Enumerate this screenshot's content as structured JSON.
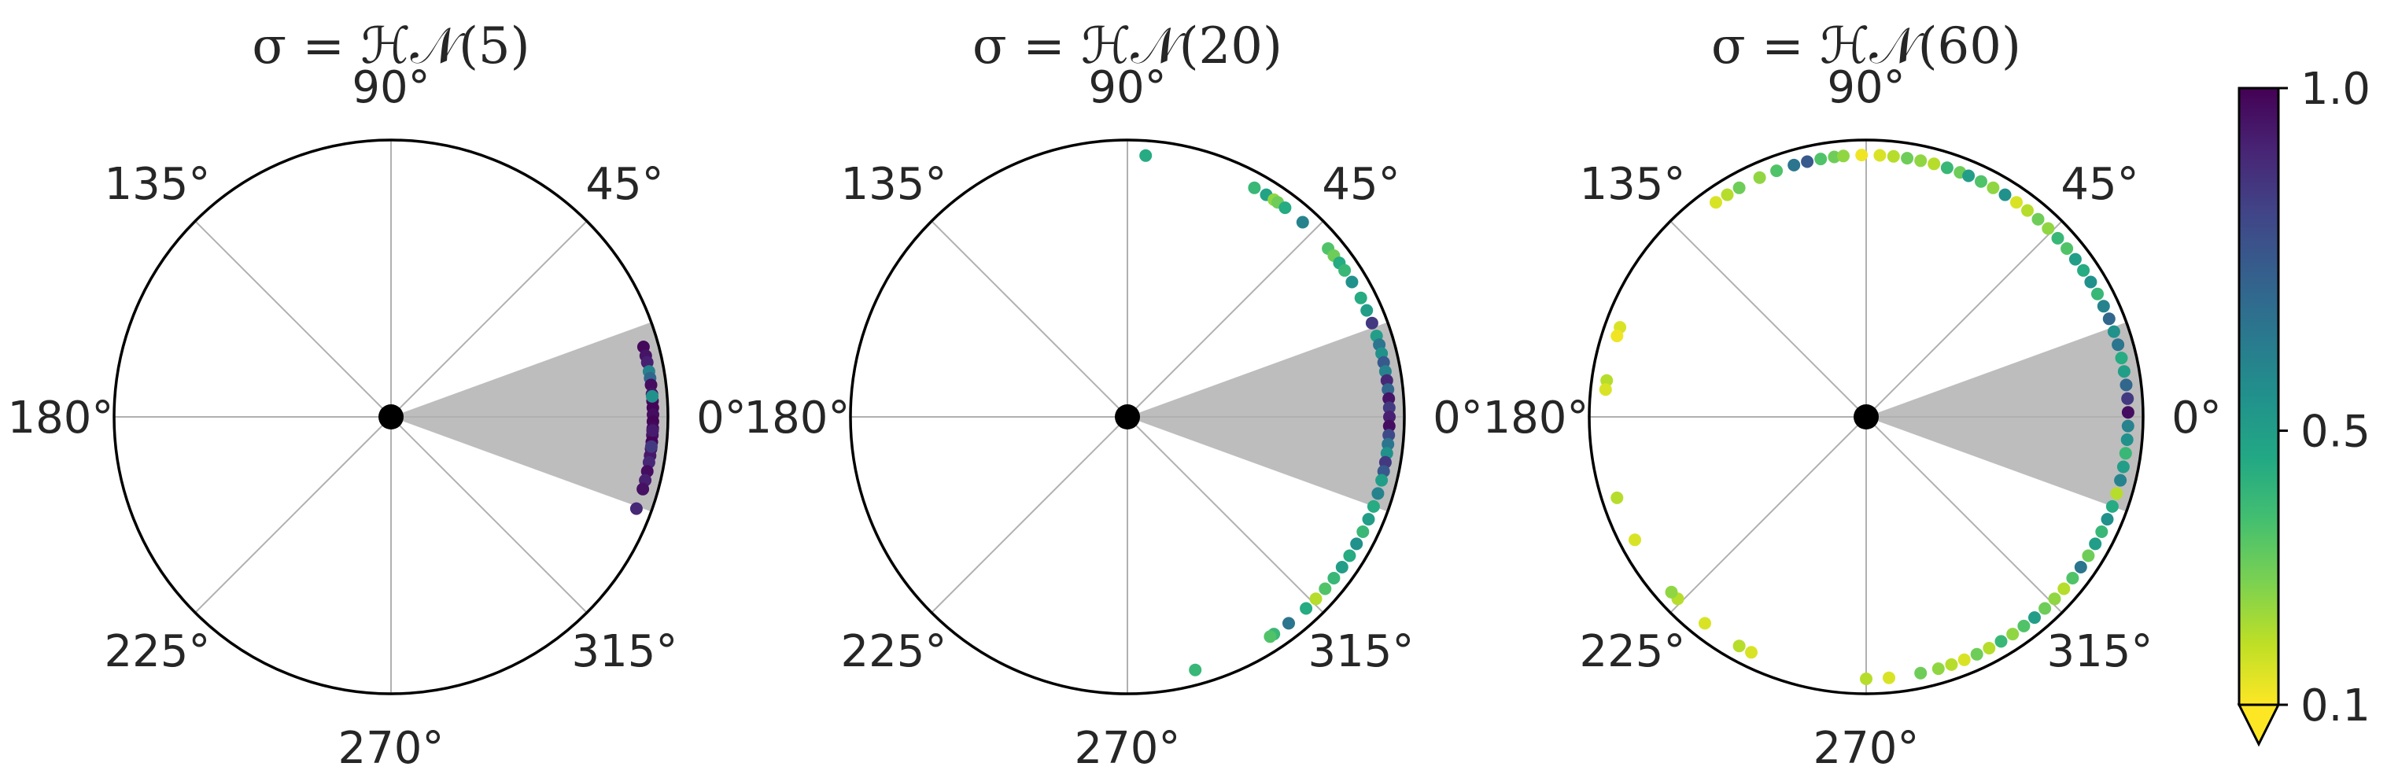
{
  "chart_data": [
    {
      "type": "scatter",
      "projection": "polar",
      "title": "σ = ℋ𝒩(5)",
      "theta_ticks": [
        "0°",
        "45°",
        "90°",
        "135°",
        "180°",
        "225°",
        "270°",
        "315°"
      ],
      "shaded_sector_deg": [
        -20,
        20
      ],
      "center_marker": true,
      "grid": true,
      "points": [
        {
          "theta": 15.5,
          "c": 0.98
        },
        {
          "theta": 13.5,
          "c": 0.95
        },
        {
          "theta": 12.0,
          "c": 0.92
        },
        {
          "theta": 10.0,
          "c": 0.6
        },
        {
          "theta": 8.5,
          "c": 0.7
        },
        {
          "theta": 7.0,
          "c": 0.97
        },
        {
          "theta": 5.0,
          "c": 0.95
        },
        {
          "theta": 3.5,
          "c": 0.98
        },
        {
          "theta": 2.0,
          "c": 0.99
        },
        {
          "theta": 0.5,
          "c": 0.97
        },
        {
          "theta": -1.0,
          "c": 0.99
        },
        {
          "theta": -2.5,
          "c": 0.98
        },
        {
          "theta": -4.0,
          "c": 0.96
        },
        {
          "theta": -5.5,
          "c": 0.99
        },
        {
          "theta": -7.0,
          "c": 0.97
        },
        {
          "theta": -8.5,
          "c": 0.94
        },
        {
          "theta": -10.0,
          "c": 0.9
        },
        {
          "theta": -12.0,
          "c": 0.97
        },
        {
          "theta": -14.0,
          "c": 0.92
        },
        {
          "theta": -16.0,
          "c": 0.96
        },
        {
          "theta": -20.5,
          "c": 0.9
        },
        {
          "theta": 4.5,
          "c": 0.55
        },
        {
          "theta": -3.0,
          "c": 0.93
        },
        {
          "theta": -6.5,
          "c": 0.85
        }
      ]
    },
    {
      "type": "scatter",
      "projection": "polar",
      "title": "σ = ℋ𝒩(20)",
      "theta_ticks": [
        "0°",
        "45°",
        "90°",
        "135°",
        "180°",
        "225°",
        "270°",
        "315°"
      ],
      "shaded_sector_deg": [
        -20,
        20
      ],
      "center_marker": true,
      "grid": true,
      "points": [
        {
          "theta": 86.0,
          "c": 0.45
        },
        {
          "theta": 61.0,
          "c": 0.4
        },
        {
          "theta": 58.0,
          "c": 0.48
        },
        {
          "theta": 56.0,
          "c": 0.25
        },
        {
          "theta": 55.0,
          "c": 0.3
        },
        {
          "theta": 53.0,
          "c": 0.45
        },
        {
          "theta": 48.0,
          "c": 0.6
        },
        {
          "theta": 40.0,
          "c": 0.35
        },
        {
          "theta": 38.0,
          "c": 0.3
        },
        {
          "theta": 36.0,
          "c": 0.45
        },
        {
          "theta": 34.0,
          "c": 0.4
        },
        {
          "theta": 31.0,
          "c": 0.55
        },
        {
          "theta": 27.0,
          "c": 0.45
        },
        {
          "theta": 24.0,
          "c": 0.5
        },
        {
          "theta": 21.0,
          "c": 0.85
        },
        {
          "theta": 18.0,
          "c": 0.5
        },
        {
          "theta": 16.0,
          "c": 0.65
        },
        {
          "theta": 14.0,
          "c": 0.55
        },
        {
          "theta": 12.0,
          "c": 0.75
        },
        {
          "theta": 10.0,
          "c": 0.6
        },
        {
          "theta": 8.0,
          "c": 0.9
        },
        {
          "theta": 6.0,
          "c": 0.7
        },
        {
          "theta": 4.0,
          "c": 0.95
        },
        {
          "theta": 2.0,
          "c": 0.85
        },
        {
          "theta": 0.0,
          "c": 0.92
        },
        {
          "theta": -2.0,
          "c": 0.97
        },
        {
          "theta": -4.0,
          "c": 0.8
        },
        {
          "theta": -6.0,
          "c": 0.65
        },
        {
          "theta": -8.0,
          "c": 0.55
        },
        {
          "theta": -10.0,
          "c": 0.85
        },
        {
          "theta": -12.0,
          "c": 0.75
        },
        {
          "theta": -14.0,
          "c": 0.5
        },
        {
          "theta": -17.0,
          "c": 0.6
        },
        {
          "theta": -20.0,
          "c": 0.45
        },
        {
          "theta": -23.0,
          "c": 0.5
        },
        {
          "theta": -26.0,
          "c": 0.4
        },
        {
          "theta": -29.0,
          "c": 0.55
        },
        {
          "theta": -32.0,
          "c": 0.45
        },
        {
          "theta": -35.0,
          "c": 0.5
        },
        {
          "theta": -38.0,
          "c": 0.4
        },
        {
          "theta": -41.0,
          "c": 0.35
        },
        {
          "theta": -44.0,
          "c": 0.2
        },
        {
          "theta": -47.0,
          "c": 0.45
        },
        {
          "theta": -52.0,
          "c": 0.65
        },
        {
          "theta": -56.0,
          "c": 0.4
        },
        {
          "theta": -57.0,
          "c": 0.35
        },
        {
          "theta": -75.0,
          "c": 0.4
        }
      ]
    },
    {
      "type": "scatter",
      "projection": "polar",
      "title": "σ = ℋ𝒩(60)",
      "theta_ticks": [
        "0°",
        "45°",
        "90°",
        "135°",
        "180°",
        "225°",
        "270°",
        "315°"
      ],
      "shaded_sector_deg": [
        -20,
        20
      ],
      "center_marker": true,
      "grid": true,
      "points": [
        {
          "theta": 106.0,
          "c": 0.65
        },
        {
          "theta": 103.0,
          "c": 0.75
        },
        {
          "theta": 100.0,
          "c": 0.35
        },
        {
          "theta": 97.0,
          "c": 0.3
        },
        {
          "theta": 95.0,
          "c": 0.25
        },
        {
          "theta": 91.0,
          "c": 0.12
        },
        {
          "theta": 87.0,
          "c": 0.15
        },
        {
          "theta": 84.0,
          "c": 0.2
        },
        {
          "theta": 81.0,
          "c": 0.3
        },
        {
          "theta": 78.0,
          "c": 0.25
        },
        {
          "theta": 75.0,
          "c": 0.2
        },
        {
          "theta": 72.0,
          "c": 0.4
        },
        {
          "theta": 69.0,
          "c": 0.3
        },
        {
          "theta": 67.0,
          "c": 0.5
        },
        {
          "theta": 64.0,
          "c": 0.35
        },
        {
          "theta": 61.0,
          "c": 0.25
        },
        {
          "theta": 58.0,
          "c": 0.55
        },
        {
          "theta": 55.0,
          "c": 0.15
        },
        {
          "theta": 52.0,
          "c": 0.2
        },
        {
          "theta": 49.0,
          "c": 0.3
        },
        {
          "theta": 46.0,
          "c": 0.25
        },
        {
          "theta": 43.0,
          "c": 0.4
        },
        {
          "theta": 40.0,
          "c": 0.35
        },
        {
          "theta": 37.0,
          "c": 0.5
        },
        {
          "theta": 34.0,
          "c": 0.45
        },
        {
          "theta": 31.0,
          "c": 0.55
        },
        {
          "theta": 28.0,
          "c": 0.4
        },
        {
          "theta": 25.0,
          "c": 0.6
        },
        {
          "theta": 22.0,
          "c": 0.7
        },
        {
          "theta": 19.0,
          "c": 0.55
        },
        {
          "theta": 16.0,
          "c": 0.65
        },
        {
          "theta": 13.0,
          "c": 0.45
        },
        {
          "theta": 10.0,
          "c": 0.5
        },
        {
          "theta": 7.0,
          "c": 0.7
        },
        {
          "theta": 4.0,
          "c": 0.85
        },
        {
          "theta": 1.0,
          "c": 0.97
        },
        {
          "theta": -2.0,
          "c": 0.6
        },
        {
          "theta": -5.0,
          "c": 0.55
        },
        {
          "theta": -8.0,
          "c": 0.4
        },
        {
          "theta": -11.0,
          "c": 0.5
        },
        {
          "theta": -14.0,
          "c": 0.6
        },
        {
          "theta": -17.0,
          "c": 0.2
        },
        {
          "theta": -20.0,
          "c": 0.45
        },
        {
          "theta": -23.0,
          "c": 0.55
        },
        {
          "theta": -26.0,
          "c": 0.4
        },
        {
          "theta": -29.0,
          "c": 0.5
        },
        {
          "theta": -32.0,
          "c": 0.3
        },
        {
          "theta": -35.0,
          "c": 0.65
        },
        {
          "theta": -38.0,
          "c": 0.35
        },
        {
          "theta": -41.0,
          "c": 0.2
        },
        {
          "theta": -44.0,
          "c": 0.25
        },
        {
          "theta": -47.0,
          "c": 0.3
        },
        {
          "theta": -50.0,
          "c": 0.5
        },
        {
          "theta": -53.0,
          "c": 0.35
        },
        {
          "theta": -56.0,
          "c": 0.25
        },
        {
          "theta": -59.0,
          "c": 0.4
        },
        {
          "theta": -62.0,
          "c": 0.2
        },
        {
          "theta": -65.0,
          "c": 0.3
        },
        {
          "theta": -68.0,
          "c": 0.15
        },
        {
          "theta": -71.0,
          "c": 0.2
        },
        {
          "theta": -74.0,
          "c": 0.25
        },
        {
          "theta": -78.0,
          "c": 0.3
        },
        {
          "theta": -85.0,
          "c": 0.15
        },
        {
          "theta": -90.0,
          "c": 0.2
        },
        {
          "theta": -116.0,
          "c": 0.15
        },
        {
          "theta": -119.0,
          "c": 0.2
        },
        {
          "theta": -128.0,
          "c": 0.15
        },
        {
          "theta": -136.0,
          "c": 0.2
        },
        {
          "theta": -138.0,
          "c": 0.25
        },
        {
          "theta": -152.0,
          "c": 0.15
        },
        {
          "theta": -162.0,
          "c": 0.2
        },
        {
          "theta": 160.0,
          "c": 0.15
        },
        {
          "theta": 162.0,
          "c": 0.12
        },
        {
          "theta": 172.0,
          "c": 0.2
        },
        {
          "theta": 174.0,
          "c": 0.15
        },
        {
          "theta": 125.0,
          "c": 0.15
        },
        {
          "theta": 122.0,
          "c": 0.2
        },
        {
          "theta": 119.0,
          "c": 0.3
        },
        {
          "theta": 114.0,
          "c": 0.25
        },
        {
          "theta": 110.0,
          "c": 0.35
        }
      ]
    }
  ],
  "colorbar": {
    "colormap": "viridis_r",
    "min": 0.1,
    "max": 1.0,
    "tick_labels": [
      "1.0",
      "0.5",
      "0.1"
    ],
    "extend": "min"
  },
  "colors": {
    "shaded_sector": "#bdbdbd",
    "grid": "#b0b0b0",
    "circle": "#000000",
    "text": "#262626"
  }
}
